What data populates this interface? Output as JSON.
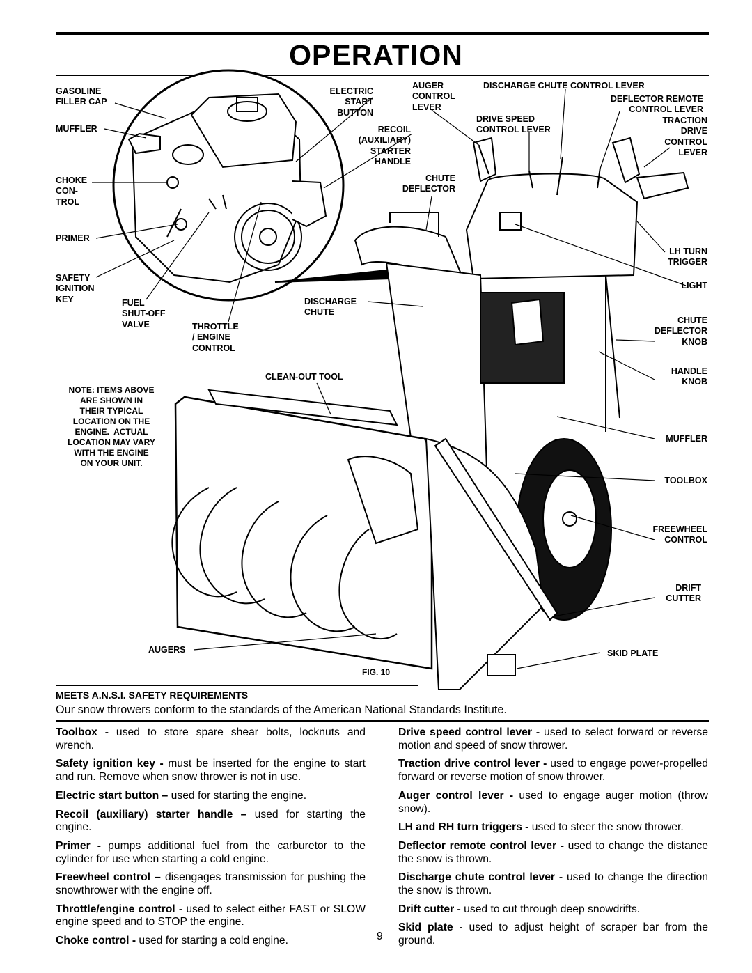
{
  "page": {
    "title": "OPERATION",
    "page_number": "9"
  },
  "figure": {
    "caption": "FIG. 10",
    "note": "NOTE: ITEMS ABOVE\nARE SHOWN IN\nTHEIR TYPICAL\nLOCATION ON THE\nENGINE.  ACTUAL\nLOCATION MAY VARY\nWITH THE ENGINE\nON YOUR UNIT.",
    "labels": {
      "gasoline_filler_cap": "GASOLINE\nFILLER CAP",
      "muffler_engine": "MUFFLER",
      "choke_control": "CHOKE\nCON-\nTROL",
      "primer": "PRIMER",
      "safety_ignition_key": "SAFETY\nIGNITION\nKEY",
      "fuel_shutoff_valve": "FUEL\nSHUT-OFF\nVALVE",
      "throttle_engine_control": "THROTTLE\n/ ENGINE\nCONTROL",
      "electric_start_button": "ELECTRIC\nSTART\nBUTTON",
      "recoil_starter_handle": "RECOIL\n(AUXILIARY)\nSTARTER\nHANDLE",
      "auger_control_lever": "AUGER\nCONTROL\nLEVER",
      "discharge_chute_control_lever": "DISCHARGE CHUTE CONTROL LEVER",
      "deflector_remote_control_lever": "DEFLECTOR REMOTE\nCONTROL LEVER",
      "drive_speed_control_lever": "DRIVE SPEED\nCONTROL LEVER",
      "traction_drive_control_lever": "TRACTION\nDRIVE\nCONTROL\nLEVER",
      "chute_deflector": "CHUTE\nDEFLECTOR",
      "lh_turn_trigger": "LH TURN\nTRIGGER",
      "light": "LIGHT",
      "discharge_chute": "DISCHARGE\nCHUTE",
      "chute_deflector_knob": "CHUTE\nDEFLECTOR\nKNOB",
      "clean_out_tool": "CLEAN-OUT TOOL",
      "handle_knob": "HANDLE\nKNOB",
      "muffler_right": "MUFFLER",
      "toolbox": "TOOLBOX",
      "freewheel_control": "FREEWHEEL\nCONTROL",
      "drift_cutter": "DRIFT\nCUTTER",
      "augers": "AUGERS",
      "skid_plate": "SKID PLATE"
    }
  },
  "section": {
    "heading": "MEETS A.N.S.I. SAFETY REQUIREMENTS",
    "body": "Our snow throwers conform to the standards of the American National Standards Institute."
  },
  "definitions_left": [
    {
      "term": "Toolbox - ",
      "text": "used to store spare shear bolts, locknuts and wrench."
    },
    {
      "term": "Safety ignition key - ",
      "text": "must be inserted for the engine to start and run.  Remove when snow thrower is not in use."
    },
    {
      "term": "Electric start button – ",
      "text": "used for starting the engine."
    },
    {
      "term": "Recoil (auxiliary) starter handle – ",
      "text": "used for starting the engine."
    },
    {
      "term": "Primer - ",
      "text": "pumps additional fuel from the carburetor to the cylinder for use when starting a cold engine."
    },
    {
      "term": "Freewheel control – ",
      "text": "disengages transmission for pushing the snowthrower with the engine off."
    },
    {
      "term": "Throttle/engine control - ",
      "text": "used to select either FAST or SLOW engine speed and to STOP the engine."
    },
    {
      "term": "Choke control - ",
      "text": "used for starting a cold engine."
    }
  ],
  "definitions_right": [
    {
      "term": "Drive speed control lever - ",
      "text": "used to select forward or reverse motion and speed of snow thrower."
    },
    {
      "term": "Traction drive control lever - ",
      "text": "used to engage power-propelled forward or reverse motion of snow thrower."
    },
    {
      "term": "Auger control lever - ",
      "text": "used to engage auger motion (throw snow)."
    },
    {
      "term": "LH and RH turn triggers - ",
      "text": "used to steer the snow thrower."
    },
    {
      "term": "Deflector remote control lever - ",
      "text": "used to change the distance the snow is thrown."
    },
    {
      "term": "Discharge chute control lever - ",
      "text": "used to change the direction the snow is thrown."
    },
    {
      "term": "Drift cutter - ",
      "text": "used to cut through deep snowdrifts."
    },
    {
      "term": "Skid plate - ",
      "text": "used to adjust height of scraper bar from the ground."
    }
  ]
}
